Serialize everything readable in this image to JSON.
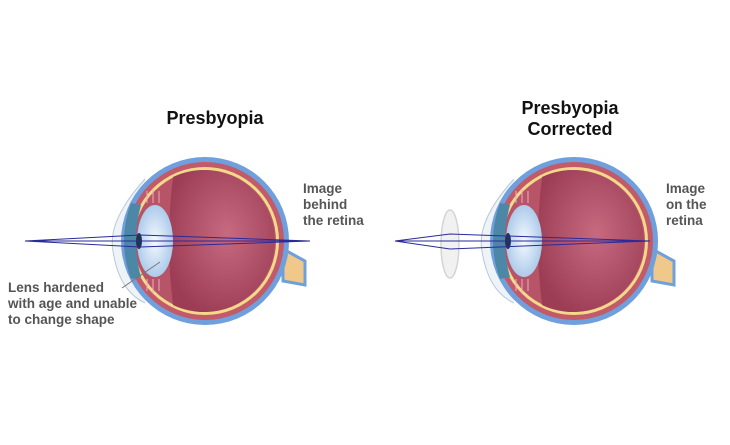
{
  "left": {
    "title": "Presbyopia",
    "image_label": [
      "Image",
      "behind",
      "the retina"
    ],
    "lens_label": [
      "Lens hardened",
      "with age and unable",
      "to change shape"
    ]
  },
  "right": {
    "title_lines": [
      "Presbyopia",
      "Corrected"
    ],
    "image_label": [
      "Image",
      "on the",
      "retina"
    ]
  },
  "colors": {
    "sclera": "#6f9fdc",
    "choroid": "#c25a6a",
    "vitreous": "#a84a60",
    "retina": "#f3d98a",
    "nerve": "#f0c88a",
    "ray": "#2a2a9a",
    "lens": "#cfe3f6"
  }
}
